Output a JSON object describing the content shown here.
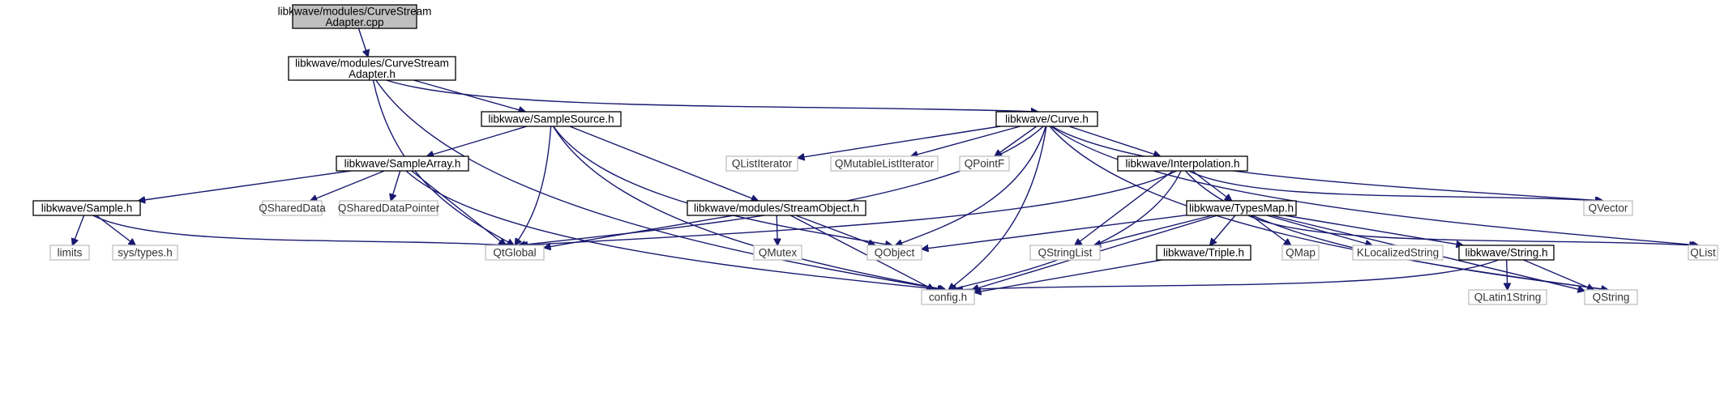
{
  "graph": {
    "edge_color": "#191970",
    "highlight_fill": "#bfbfbf",
    "nodes": [
      {
        "id": "root",
        "lines": [
          "libkwave/modules/CurveStream",
          "Adapter.cpp"
        ],
        "style": "highlight"
      },
      {
        "id": "csa_h",
        "lines": [
          "libkwave/modules/CurveStream",
          "Adapter.h"
        ],
        "style": "documented"
      },
      {
        "id": "samplesource",
        "lines": [
          "libkwave/SampleSource.h"
        ],
        "style": "documented"
      },
      {
        "id": "curve",
        "lines": [
          "libkwave/Curve.h"
        ],
        "style": "documented"
      },
      {
        "id": "samplearray",
        "lines": [
          "libkwave/SampleArray.h"
        ],
        "style": "documented"
      },
      {
        "id": "sample",
        "lines": [
          "libkwave/Sample.h"
        ],
        "style": "documented"
      },
      {
        "id": "qshareddata",
        "lines": [
          "QSharedData"
        ],
        "style": "external"
      },
      {
        "id": "qshareddatapointer",
        "lines": [
          "QSharedDataPointer"
        ],
        "style": "external"
      },
      {
        "id": "streamobject",
        "lines": [
          "libkwave/modules/StreamObject.h"
        ],
        "style": "documented"
      },
      {
        "id": "qlistiterator",
        "lines": [
          "QListIterator"
        ],
        "style": "external"
      },
      {
        "id": "qmutablelistiterator",
        "lines": [
          "QMutableListIterator"
        ],
        "style": "external"
      },
      {
        "id": "qpointf",
        "lines": [
          "QPointF"
        ],
        "style": "external"
      },
      {
        "id": "interpolation",
        "lines": [
          "libkwave/Interpolation.h"
        ],
        "style": "documented"
      },
      {
        "id": "qvector",
        "lines": [
          "QVector"
        ],
        "style": "external"
      },
      {
        "id": "typesmap",
        "lines": [
          "libkwave/TypesMap.h"
        ],
        "style": "documented"
      },
      {
        "id": "limits",
        "lines": [
          "limits"
        ],
        "style": "external"
      },
      {
        "id": "systypes",
        "lines": [
          "sys/types.h"
        ],
        "style": "external"
      },
      {
        "id": "qtglobal",
        "lines": [
          "QtGlobal"
        ],
        "style": "external"
      },
      {
        "id": "qmutex",
        "lines": [
          "QMutex"
        ],
        "style": "external"
      },
      {
        "id": "qobject",
        "lines": [
          "QObject"
        ],
        "style": "external"
      },
      {
        "id": "qstringlist",
        "lines": [
          "QStringList"
        ],
        "style": "external"
      },
      {
        "id": "triple",
        "lines": [
          "libkwave/Triple.h"
        ],
        "style": "documented"
      },
      {
        "id": "qmap",
        "lines": [
          "QMap"
        ],
        "style": "external"
      },
      {
        "id": "klocalizedstring",
        "lines": [
          "KLocalizedString"
        ],
        "style": "external"
      },
      {
        "id": "string",
        "lines": [
          "libkwave/String.h"
        ],
        "style": "documented"
      },
      {
        "id": "qlist",
        "lines": [
          "QList"
        ],
        "style": "external"
      },
      {
        "id": "config",
        "lines": [
          "config.h"
        ],
        "style": "external"
      },
      {
        "id": "qlatin1string",
        "lines": [
          "QLatin1String"
        ],
        "style": "external"
      },
      {
        "id": "qstring",
        "lines": [
          "QString"
        ],
        "style": "external"
      }
    ],
    "edges": [
      [
        "root",
        "csa_h"
      ],
      [
        "csa_h",
        "samplesource"
      ],
      [
        "csa_h",
        "curve"
      ],
      [
        "csa_h",
        "qtglobal"
      ],
      [
        "csa_h",
        "config"
      ],
      [
        "samplesource",
        "samplearray"
      ],
      [
        "samplesource",
        "streamobject"
      ],
      [
        "samplesource",
        "qtglobal"
      ],
      [
        "samplesource",
        "qobject"
      ],
      [
        "samplesource",
        "config"
      ],
      [
        "curve",
        "qlistiterator"
      ],
      [
        "curve",
        "qmutablelistiterator"
      ],
      [
        "curve",
        "qpointf"
      ],
      [
        "curve",
        "interpolation"
      ],
      [
        "curve",
        "qvector"
      ],
      [
        "curve",
        "qtglobal"
      ],
      [
        "curve",
        "qobject"
      ],
      [
        "curve",
        "config"
      ],
      [
        "curve",
        "qlist"
      ],
      [
        "curve",
        "qstring"
      ],
      [
        "samplearray",
        "sample"
      ],
      [
        "samplearray",
        "qshareddata"
      ],
      [
        "samplearray",
        "qshareddatapointer"
      ],
      [
        "samplearray",
        "qtglobal"
      ],
      [
        "samplearray",
        "config"
      ],
      [
        "sample",
        "limits"
      ],
      [
        "sample",
        "systypes"
      ],
      [
        "sample",
        "qtglobal"
      ],
      [
        "streamobject",
        "qtglobal"
      ],
      [
        "streamobject",
        "qmutex"
      ],
      [
        "streamobject",
        "qobject"
      ],
      [
        "streamobject",
        "config"
      ],
      [
        "interpolation",
        "typesmap"
      ],
      [
        "interpolation",
        "qtglobal"
      ],
      [
        "interpolation",
        "qstringlist"
      ],
      [
        "interpolation",
        "config"
      ],
      [
        "interpolation",
        "qvector"
      ],
      [
        "interpolation",
        "qstring"
      ],
      [
        "typesmap",
        "qobject"
      ],
      [
        "typesmap",
        "qstringlist"
      ],
      [
        "typesmap",
        "triple"
      ],
      [
        "typesmap",
        "qmap"
      ],
      [
        "typesmap",
        "klocalizedstring"
      ],
      [
        "typesmap",
        "string"
      ],
      [
        "typesmap",
        "qlist"
      ],
      [
        "typesmap",
        "config"
      ],
      [
        "typesmap",
        "qstring"
      ],
      [
        "triple",
        "config"
      ],
      [
        "string",
        "qlatin1string"
      ],
      [
        "string",
        "qstring"
      ],
      [
        "string",
        "config"
      ]
    ]
  }
}
